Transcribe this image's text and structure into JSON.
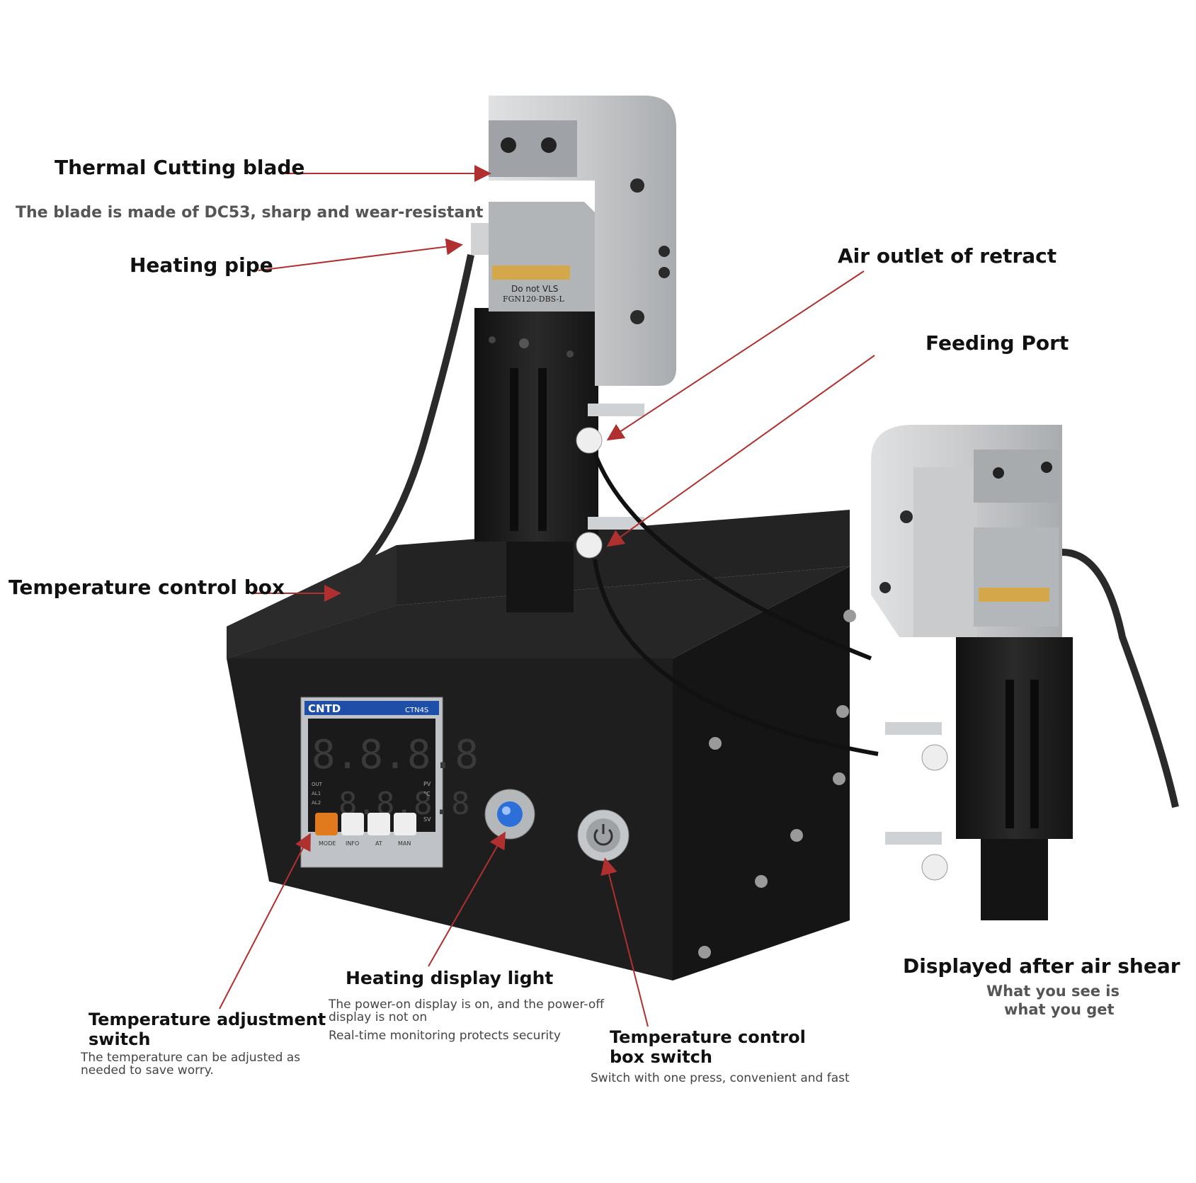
{
  "callouts": {
    "thermal_cutting_blade": {
      "title": "Thermal Cutting blade",
      "desc": "The blade is made of DC53, sharp and wear-resistant"
    },
    "heating_pipe": {
      "title": "Heating pipe"
    },
    "air_outlet": {
      "title": "Air outlet of retract"
    },
    "feeding_port": {
      "title": "Feeding Port"
    },
    "temperature_control_box": {
      "title": "Temperature control box"
    },
    "temperature_adjustment_switch": {
      "title_line1": "Temperature adjustment",
      "title_line2": "switch",
      "desc_line1": "The temperature can be adjusted as",
      "desc_line2": "needed to save worry."
    },
    "heating_display_light": {
      "title": "Heating display light",
      "desc_line1": "The power-on display is on, and the power-off",
      "desc_line2": "display is not on",
      "desc_line3": "Real-time monitoring protects security"
    },
    "box_switch": {
      "title_line1": "Temperature control",
      "title_line2": "box switch",
      "desc": "Switch with one press, convenient and fast"
    },
    "air_shear": {
      "title": "Displayed after air shear",
      "desc_line1": "What you see is",
      "desc_line2": "what you get"
    }
  },
  "device": {
    "brand": "CNTD",
    "model": "CTN4S",
    "display_digits": "8.8.8.8",
    "display_labels": [
      "PV",
      "°C",
      "SV"
    ],
    "indicator_labels": [
      "OUT",
      "AL1",
      "AL2"
    ],
    "button_labels": [
      "MODE",
      "INFO",
      "AT",
      "MAN"
    ],
    "blade_label_line1": "Do not VLS",
    "blade_label_line2": "FGN120-DBS-L"
  },
  "colors": {
    "arrow": "#b03030",
    "box": "#1b1b1b",
    "metal": "#c8cacc",
    "brass": "#d4a84a"
  }
}
